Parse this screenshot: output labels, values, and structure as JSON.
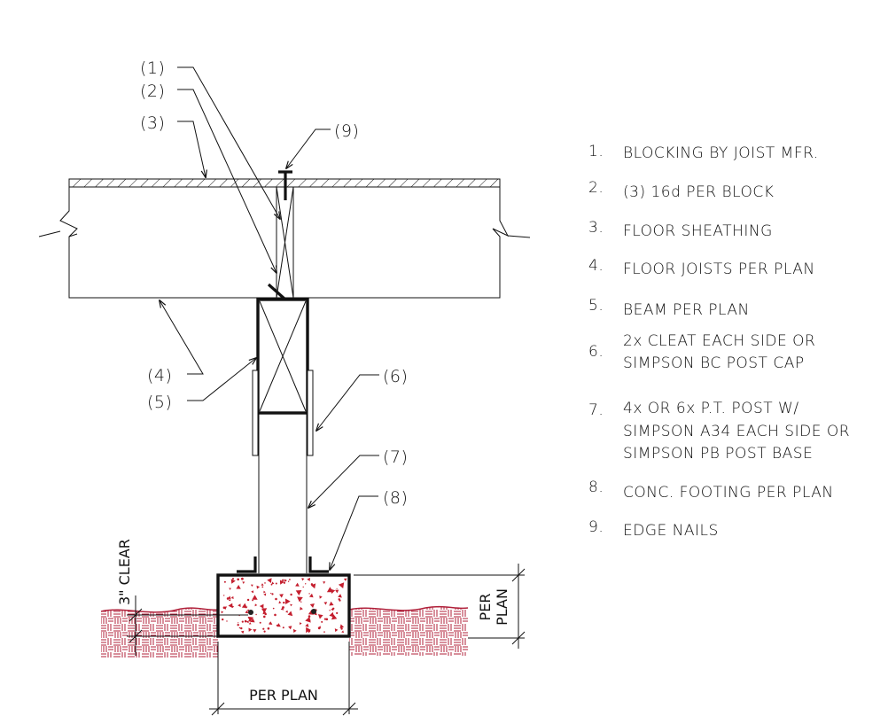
{
  "callouts": [
    "(1)",
    "(2)",
    "(3)",
    "(4)",
    "(5)",
    "(6)",
    "(7)",
    "(8)",
    "(9)"
  ],
  "notes": [
    {
      "num": "1.",
      "lines": [
        "BLOCKING BY JOIST MFR."
      ]
    },
    {
      "num": "2.",
      "lines": [
        "(3) 16d PER BLOCK"
      ]
    },
    {
      "num": "3.",
      "lines": [
        "FLOOR SHEATHING"
      ]
    },
    {
      "num": "4.",
      "lines": [
        "FLOOR JOISTS PER PLAN"
      ]
    },
    {
      "num": "5.",
      "lines": [
        "BEAM PER PLAN"
      ]
    },
    {
      "num": "6.",
      "lines": [
        "2x CLEAT EACH SIDE OR",
        "SIMPSON BC POST CAP"
      ]
    },
    {
      "num": "7.",
      "lines": [
        "4x OR 6x P.T. POST W/",
        "SIMPSON A34 EACH SIDE OR",
        "SIMPSON PB POST BASE"
      ]
    },
    {
      "num": "8.",
      "lines": [
        "CONC. FOOTING PER PLAN"
      ]
    },
    {
      "num": "9.",
      "lines": [
        "EDGE NAILS"
      ]
    }
  ],
  "dimensions": {
    "clear": "3\" CLEAR",
    "height_line1": "PER",
    "height_line2": "PLAN",
    "width": "PER PLAN"
  },
  "colors": {
    "soil": "#b0203a",
    "aggregate": "#c41e2e"
  }
}
